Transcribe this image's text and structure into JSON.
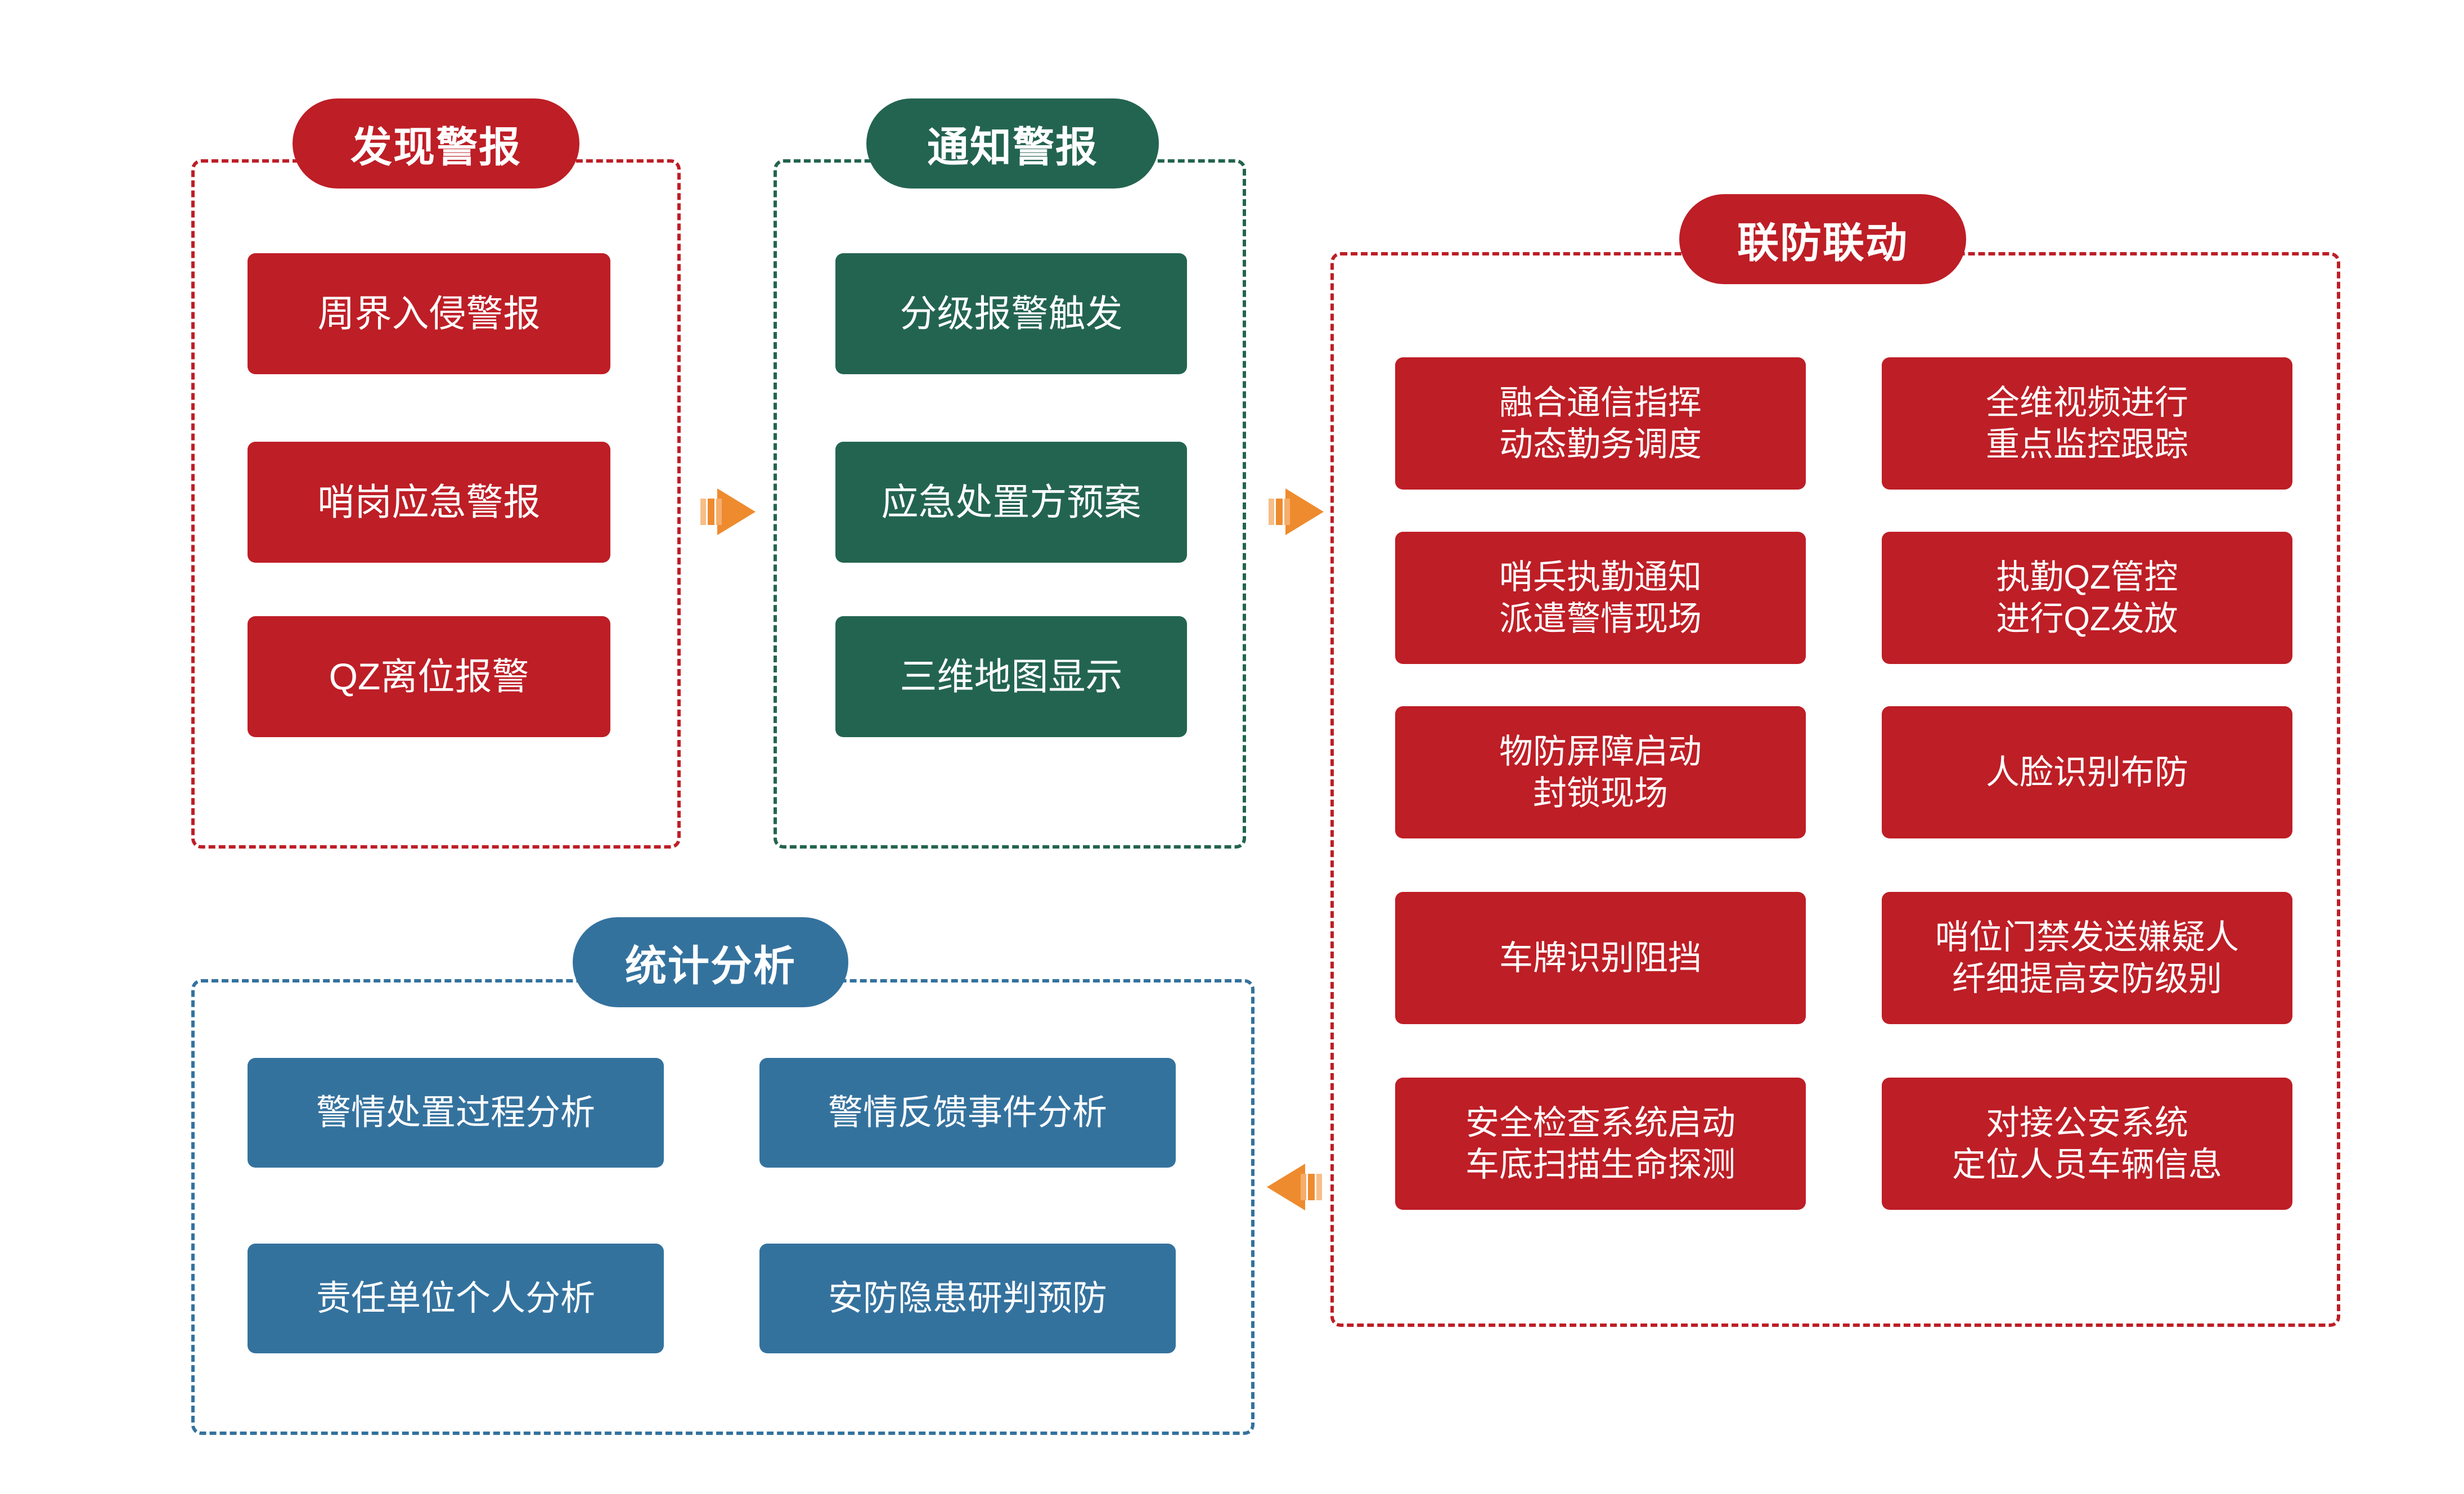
{
  "diagram": {
    "title_semantic": "security-alarm-workflow-diagram",
    "colors": {
      "red": "#BE1E26",
      "green": "#236450",
      "blue": "#34729E",
      "arrow_orange": "#EE8B2E",
      "arrow_orange_light": "#F7BE87",
      "background": "#FFFFFF"
    }
  },
  "sections": {
    "discover": {
      "header": "发现警报",
      "accent": "#BE1E26",
      "items": [
        "周界入侵警报",
        "哨岗应急警报",
        "QZ离位报警"
      ]
    },
    "notify": {
      "header": "通知警报",
      "accent": "#236450",
      "items": [
        "分级报警触发",
        "应急处置方预案",
        "三维地图显示"
      ]
    },
    "joint_defense": {
      "header": "联防联动",
      "accent": "#BE1E26",
      "left_items": [
        "融合通信指挥\n动态勤务调度",
        "哨兵执勤通知\n派遣警情现场",
        "物防屏障启动\n封锁现场",
        "车牌识别阻挡",
        "安全检查系统启动\n车底扫描生命探测"
      ],
      "right_items": [
        "全维视频进行\n重点监控跟踪",
        "执勤QZ管控\n进行QZ发放",
        "人脸识别布防",
        "哨位门禁发送嫌疑人\n纤细提高安防级别",
        "对接公安系统\n定位人员车辆信息"
      ]
    },
    "statistics": {
      "header": "统计分析",
      "accent": "#34729E",
      "items": [
        "警情处置过程分析",
        "警情反馈事件分析",
        "责任单位个人分析",
        "安防隐患研判预防"
      ]
    }
  },
  "connectors": [
    {
      "name": "discover-to-notify",
      "direction": "right"
    },
    {
      "name": "notify-to-joint-defense",
      "direction": "right"
    },
    {
      "name": "joint-defense-to-statistics",
      "direction": "left"
    }
  ]
}
